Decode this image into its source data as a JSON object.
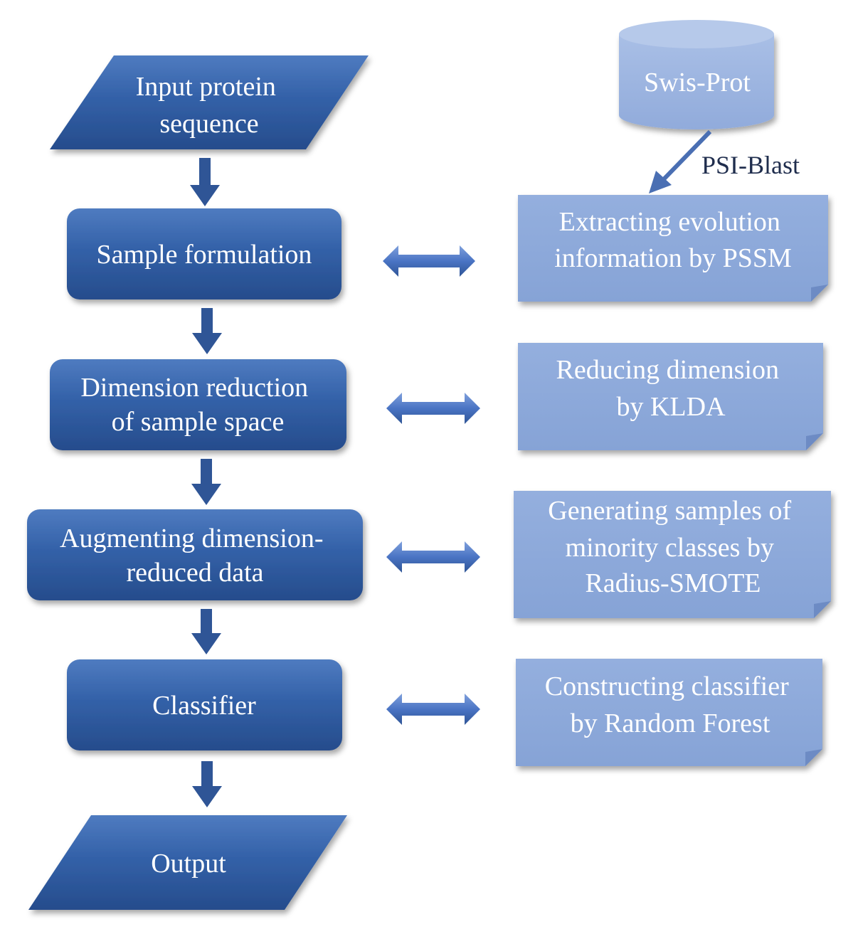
{
  "main_steps": [
    {
      "id": "input",
      "lines": [
        "Input protein",
        "sequence"
      ]
    },
    {
      "id": "sample",
      "lines": [
        "Sample formulation"
      ]
    },
    {
      "id": "dimred",
      "lines": [
        "Dimension reduction",
        "of sample space"
      ]
    },
    {
      "id": "augment",
      "lines": [
        "Augmenting dimension-",
        "reduced data"
      ]
    },
    {
      "id": "classifier",
      "lines": [
        "Classifier"
      ]
    },
    {
      "id": "output",
      "lines": [
        "Output"
      ]
    }
  ],
  "side_notes": [
    {
      "id": "pssm",
      "lines": [
        "Extracting evolution",
        "information by PSSM"
      ]
    },
    {
      "id": "klda",
      "lines": [
        "Reducing dimension",
        "by KLDA"
      ]
    },
    {
      "id": "smote",
      "lines": [
        "Generating samples of",
        "minority classes by",
        "Radius-SMOTE"
      ]
    },
    {
      "id": "rf",
      "lines": [
        "Constructing classifier",
        "by Random Forest"
      ]
    }
  ],
  "database": {
    "label": "Swis-Prot"
  },
  "edge_label": "PSI-Blast",
  "colors": {
    "dark_fill": "#2f5596",
    "dark_top": "#4a74b6",
    "light_fill": "#8eaadb",
    "cylinder_fill": "#9db4e0",
    "arrow": "#2f5596",
    "arrow_light": "#6f8fd0",
    "edge_text": "#1f2d4d"
  }
}
